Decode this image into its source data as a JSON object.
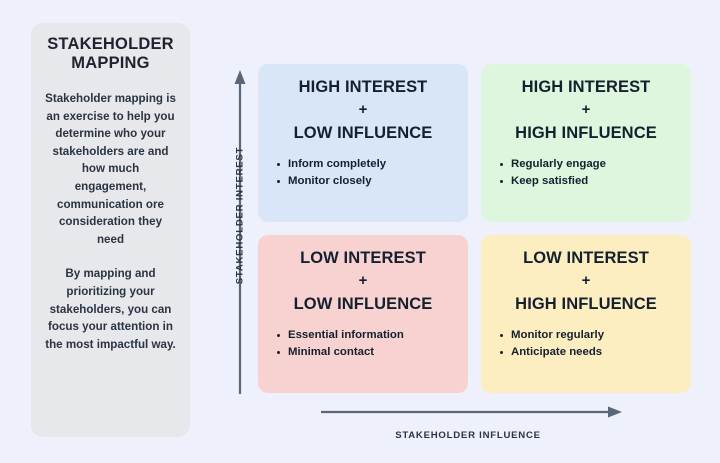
{
  "page": {
    "background_color": "#eef0fb"
  },
  "sidebar": {
    "title": "STAKEHOLDER\nMAPPING",
    "background_color": "#e6e8eb",
    "paragraph_1": "Stakeholder mapping is an exercise to help you determine who your stakeholders are and how much engagement, communication ore consideration they need",
    "paragraph_2": "By mapping and prioritizing your stakeholders, you can focus your attention in the most impactful way."
  },
  "axes": {
    "y_label": "STAKEHOLDER INTEREST",
    "x_label": "STAKEHOLDER INFLUENCE",
    "line_color": "#5b6678"
  },
  "matrix": {
    "quadrants": [
      {
        "id": "high-interest-low-influence",
        "line1": "HIGH INTEREST",
        "plus": "+",
        "line3": "LOW INFLUENCE",
        "bullets": [
          "Inform completely",
          "Monitor closely"
        ],
        "color": "#d9e6f7"
      },
      {
        "id": "high-interest-high-influence",
        "line1": "HIGH INTEREST",
        "plus": "+",
        "line3": "HIGH INFLUENCE",
        "bullets": [
          "Regularly engage",
          "Keep satisfied"
        ],
        "color": "#ddf6dd"
      },
      {
        "id": "low-interest-low-influence",
        "line1": "LOW INTEREST",
        "plus": "+",
        "line3": "LOW INFLUENCE",
        "bullets": [
          "Essential information",
          "Minimal contact"
        ],
        "color": "#f8d2d0"
      },
      {
        "id": "low-interest-high-influence",
        "line1": "LOW INTEREST",
        "plus": "+",
        "line3": "HIGH INFLUENCE",
        "bullets": [
          "Monitor regularly",
          "Anticipate needs"
        ],
        "color": "#fdeec2"
      }
    ]
  }
}
